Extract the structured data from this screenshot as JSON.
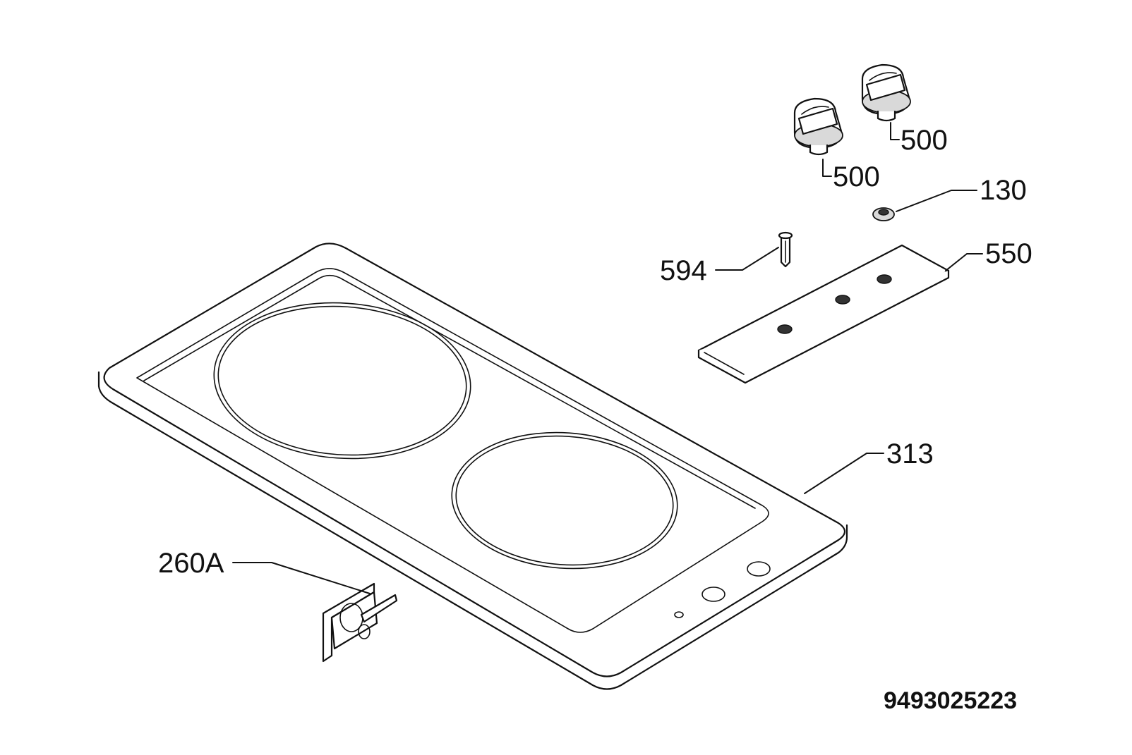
{
  "labels": {
    "knob_rear": "500",
    "knob_front": "500",
    "nut": "130",
    "clip": "594",
    "control_panel": "550",
    "hob": "313",
    "bracket": "260A"
  },
  "document_number": "9493025223",
  "colors": {
    "line": "#111111",
    "background": "#ffffff"
  }
}
